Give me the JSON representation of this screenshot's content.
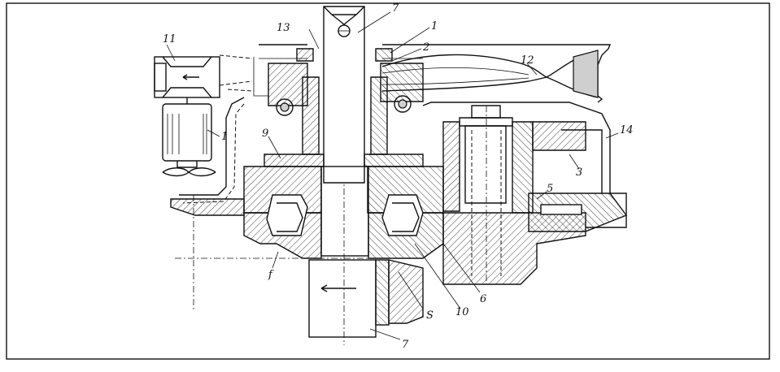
{
  "figure": {
    "labels": {
      "shaft_top": "7",
      "shaft_bottom": "7",
      "label_13": "13",
      "label_1_top": "1",
      "label_2": "2",
      "label_11": "11",
      "label_12": "12",
      "label_1_motor": "1",
      "label_9": "9",
      "label_14": "14",
      "label_3": "3",
      "label_5": "5",
      "label_f": "f",
      "label_S": "S",
      "label_10": "10",
      "label_6": "6"
    }
  }
}
